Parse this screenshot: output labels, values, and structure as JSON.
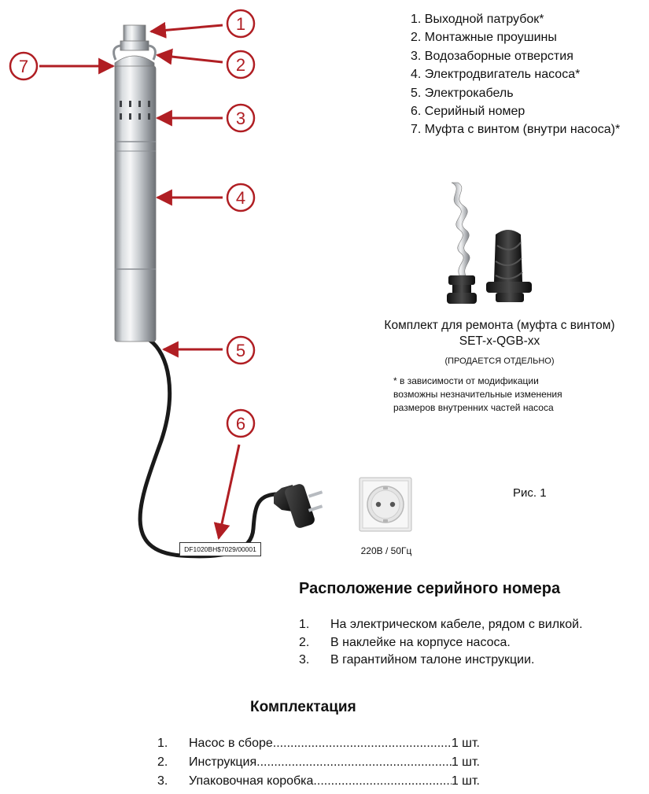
{
  "callouts": [
    "1",
    "2",
    "3",
    "4",
    "5",
    "6",
    "7"
  ],
  "parts_list": [
    "1. Выходной патрубок*",
    "2. Монтажные проушины",
    "3. Водозаборные отверстия",
    "4. Электродвигатель насоса*",
    "5. Электрокабель",
    "6. Серийный номер",
    "7. Муфта с винтом (внутри насоса)*"
  ],
  "repair_kit": {
    "title": "Комплект для ремонта (муфта с винтом)",
    "code": "SET-x-QGB-xx",
    "sold_separately": "(ПРОДАЕТСЯ ОТДЕЛЬНО)"
  },
  "footnote": [
    "* в зависимости от модификации",
    "возможны незначительные изменения",
    "размеров внутренних частей насоса"
  ],
  "serial_label": "DF1020BH$7029/00001",
  "socket_label": "220В / 50Гц",
  "figure_label": "Рис. 1",
  "serial_section": {
    "heading": "Расположение серийного номера",
    "items": [
      {
        "n": "1.",
        "text": "На электрическом кабеле, рядом с вилкой."
      },
      {
        "n": "2.",
        "text": "В наклейке на корпусе насоса."
      },
      {
        "n": "3.",
        "text": "В гарантийном талоне инструкции."
      }
    ]
  },
  "package_section": {
    "heading": "Комплектация",
    "items": [
      {
        "n": "1.",
        "name": "Насос в сборе",
        "qty": "1 шт."
      },
      {
        "n": "2.",
        "name": "Инструкция",
        "qty": "1 шт."
      },
      {
        "n": "3.",
        "name": "Упаковочная коробка",
        "qty": "1 шт."
      }
    ]
  },
  "colors": {
    "callout": "#b01e23",
    "steel": "#c9ccd0",
    "cable": "#1a1a1a"
  }
}
